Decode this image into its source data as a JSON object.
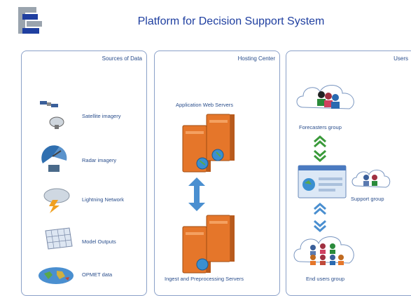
{
  "header": {
    "title": "Platform for Decision Support System"
  },
  "panels": {
    "sources": {
      "title": "Sources of Data",
      "items": [
        "Satellite imagery",
        "Radar imagery",
        "Lightning Network",
        "Model Outputs",
        "OPMET data"
      ]
    },
    "hosting": {
      "title": "Hosting Center",
      "top_label": "Application Web Servers",
      "bottom_label": "Ingest and Preprocessing Servers"
    },
    "users": {
      "title": "Users",
      "forecasters": "Forecasters group",
      "support": "Support group",
      "end_users": "End users group"
    }
  },
  "colors": {
    "border": "#8aa0c8",
    "title": "#1f3fa0",
    "label": "#2a4e8c",
    "server": "#e5762a",
    "arrow": "#4a8fd0",
    "chevron": "#3a9a3a"
  }
}
